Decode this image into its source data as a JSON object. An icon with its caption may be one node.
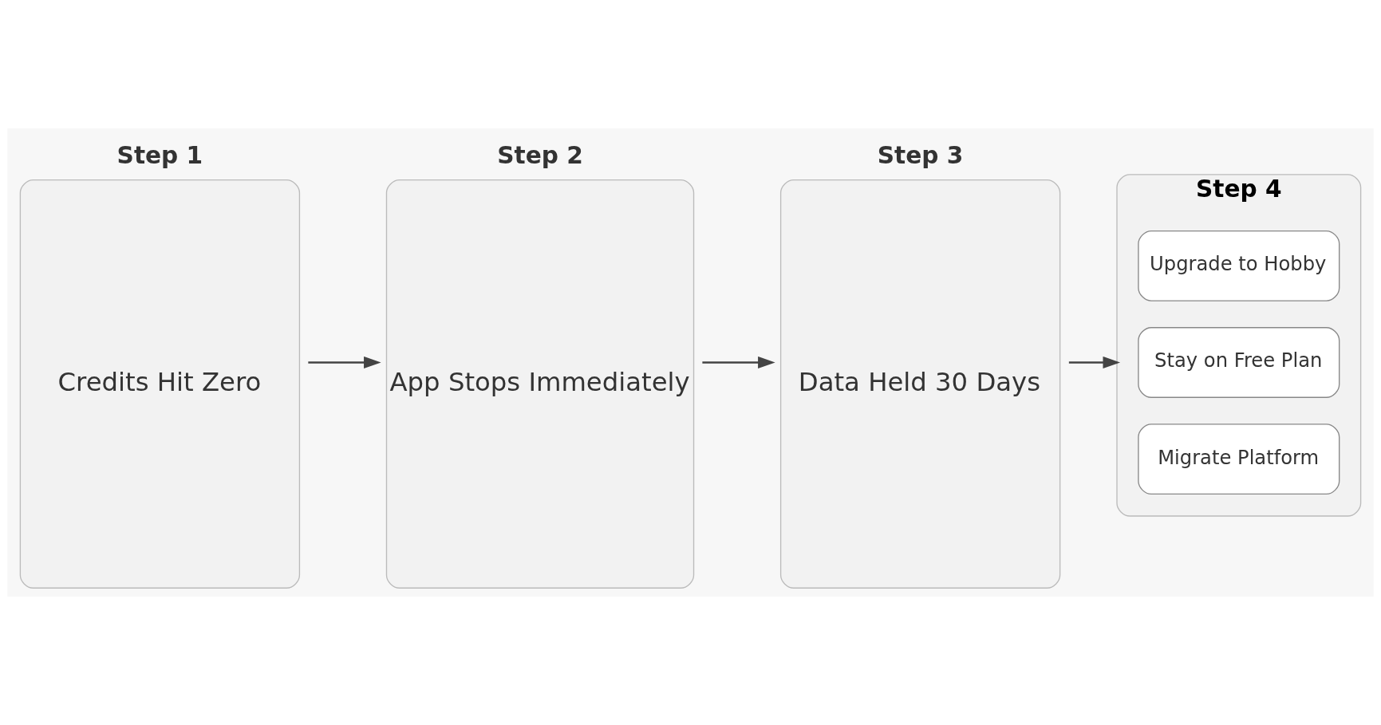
{
  "diagram": {
    "nodes": [
      {
        "text": [
          "Step 1",
          "Credits Hit Zero"
        ]
      },
      {
        "text": [
          "Step 2",
          "App Stops Immediately"
        ]
      },
      {
        "text": [
          "Step 3",
          "Data Held 30 Days"
        ]
      },
      {
        "text": [
          "Step 4"
        ]
      },
      {
        "text": [
          "Upgrade to Hobby"
        ],
        "in": 3
      },
      {
        "text": [
          "Stay on Free Plan"
        ],
        "in": 3
      },
      {
        "text": [
          "Migrate Platform"
        ],
        "in": 3
      }
    ],
    "edges": [
      {
        "from": 0,
        "to": 1,
        "arrow": "to"
      },
      {
        "from": 1,
        "to": 2,
        "arrow": "to"
      },
      {
        "from": 2,
        "to": 3,
        "arrow": "to"
      }
    ]
  }
}
